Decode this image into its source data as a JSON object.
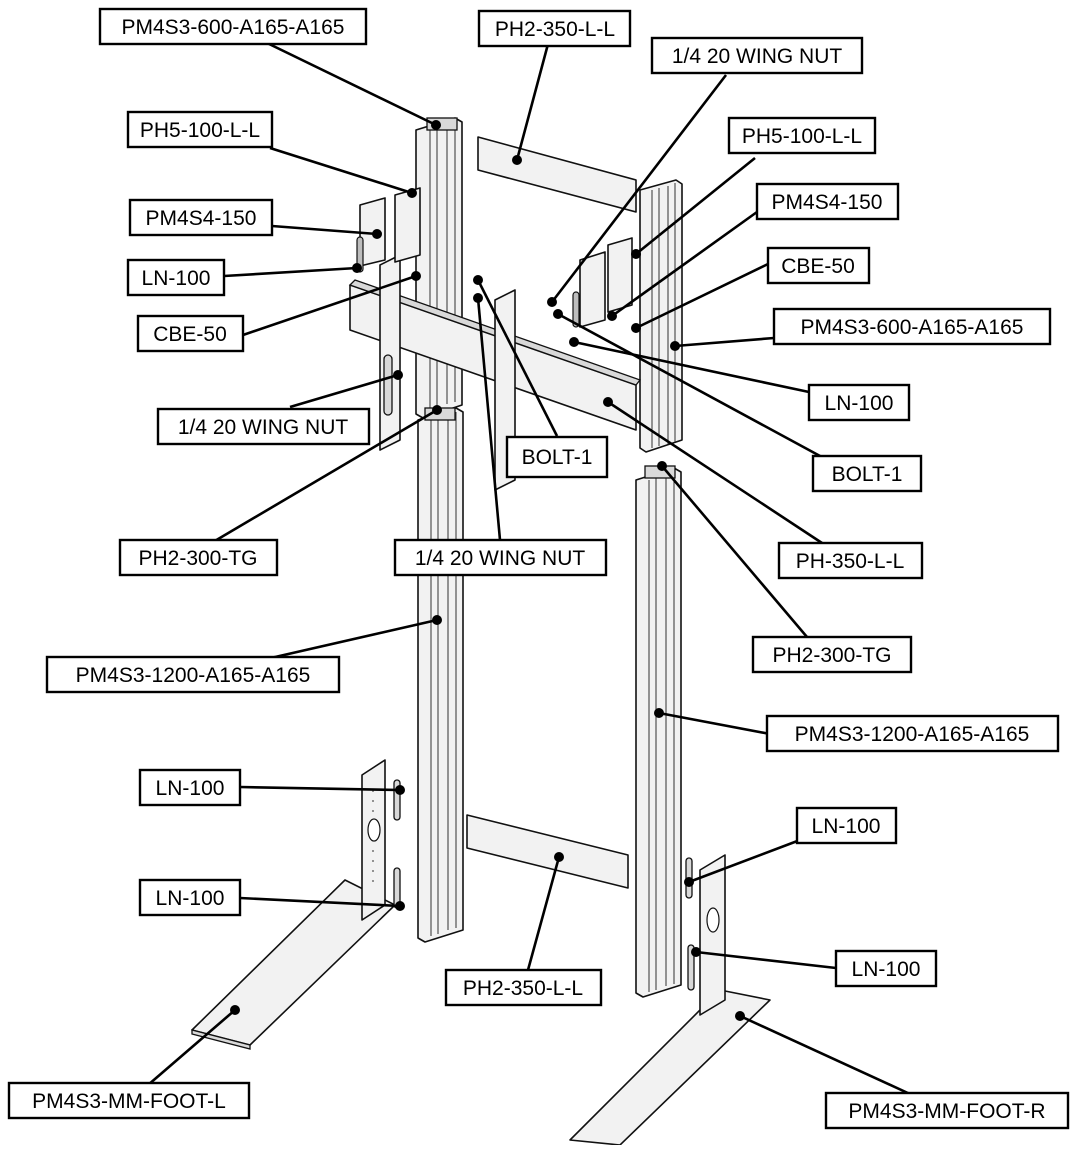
{
  "diagram": {
    "callouts": [
      {
        "id": "c1",
        "text": "PM4S3-600-A165-A165"
      },
      {
        "id": "c2",
        "text": "PH2-350-L-L"
      },
      {
        "id": "c3",
        "text": "1/4 20 WING NUT"
      },
      {
        "id": "c4",
        "text": "PH5-100-L-L"
      },
      {
        "id": "c5",
        "text": "PH5-100-L-L"
      },
      {
        "id": "c6",
        "text": "PM4S4-150"
      },
      {
        "id": "c7",
        "text": "PM4S4-150"
      },
      {
        "id": "c8",
        "text": "LN-100"
      },
      {
        "id": "c9",
        "text": "CBE-50"
      },
      {
        "id": "c10",
        "text": "CBE-50"
      },
      {
        "id": "c11",
        "text": "PM4S3-600-A165-A165"
      },
      {
        "id": "c12",
        "text": "LN-100"
      },
      {
        "id": "c13",
        "text": "1/4 20 WING NUT"
      },
      {
        "id": "c14",
        "text": "BOLT-1"
      },
      {
        "id": "c15",
        "text": "BOLT-1"
      },
      {
        "id": "c16",
        "text": "PH2-300-TG"
      },
      {
        "id": "c17",
        "text": "1/4 20 WING NUT"
      },
      {
        "id": "c18",
        "text": "PH-350-L-L"
      },
      {
        "id": "c19",
        "text": "PH2-300-TG"
      },
      {
        "id": "c20",
        "text": "PM4S3-1200-A165-A165"
      },
      {
        "id": "c21",
        "text": "PM4S3-1200-A165-A165"
      },
      {
        "id": "c22",
        "text": "LN-100"
      },
      {
        "id": "c23",
        "text": "LN-100"
      },
      {
        "id": "c24",
        "text": "LN-100"
      },
      {
        "id": "c25",
        "text": "LN-100"
      },
      {
        "id": "c26",
        "text": "PH2-350-L-L"
      },
      {
        "id": "c27",
        "text": "PM4S3-MM-FOOT-L"
      },
      {
        "id": "c28",
        "text": "PM4S3-MM-FOOT-R"
      }
    ]
  }
}
